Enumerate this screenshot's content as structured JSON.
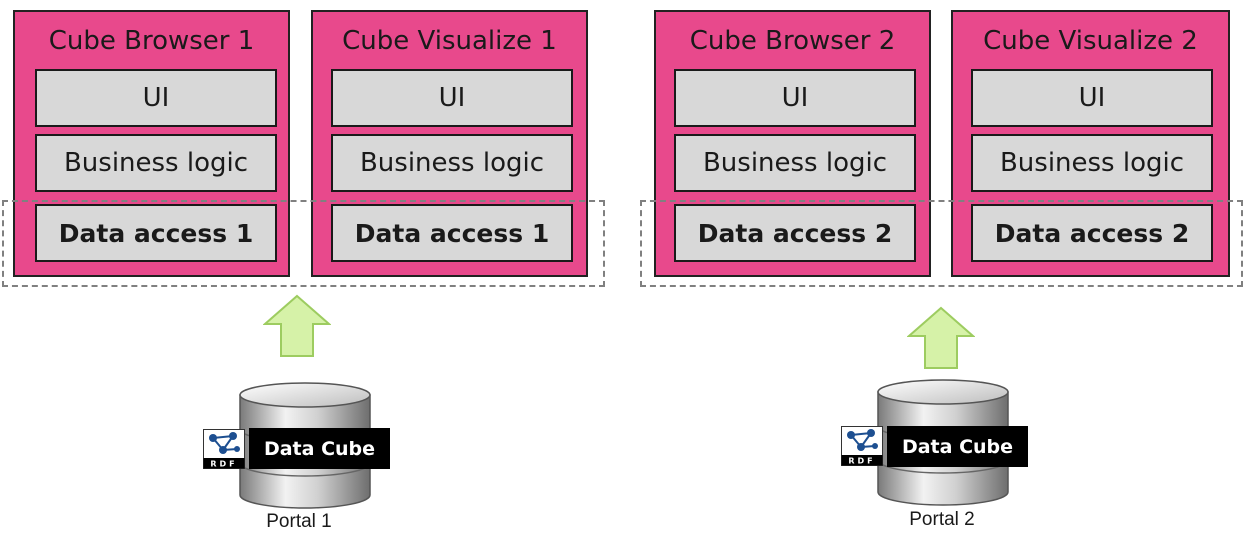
{
  "groups": [
    {
      "apps": [
        {
          "title": "Cube Browser 1",
          "layers": [
            "UI",
            "Business logic",
            "Data access 1"
          ]
        },
        {
          "title": "Cube Visualize 1",
          "layers": [
            "UI",
            "Business logic",
            "Data access 1"
          ]
        }
      ],
      "database": {
        "label": "Data Cube",
        "logo_text": "RDF",
        "portal": "Portal 1"
      }
    },
    {
      "apps": [
        {
          "title": "Cube Browser 2",
          "layers": [
            "UI",
            "Business logic",
            "Data access 2"
          ]
        },
        {
          "title": "Cube Visualize 2",
          "layers": [
            "UI",
            "Business logic",
            "Data access 2"
          ]
        }
      ],
      "database": {
        "label": "Data Cube",
        "logo_text": "RDF",
        "portal": "Portal 2"
      }
    }
  ],
  "colors": {
    "app_fill": "#e8498c",
    "layer_fill": "#d8d8d8",
    "arrow_fill": "#d6f2a8",
    "arrow_stroke": "#9dcc60",
    "dashed_border": "#808080"
  }
}
